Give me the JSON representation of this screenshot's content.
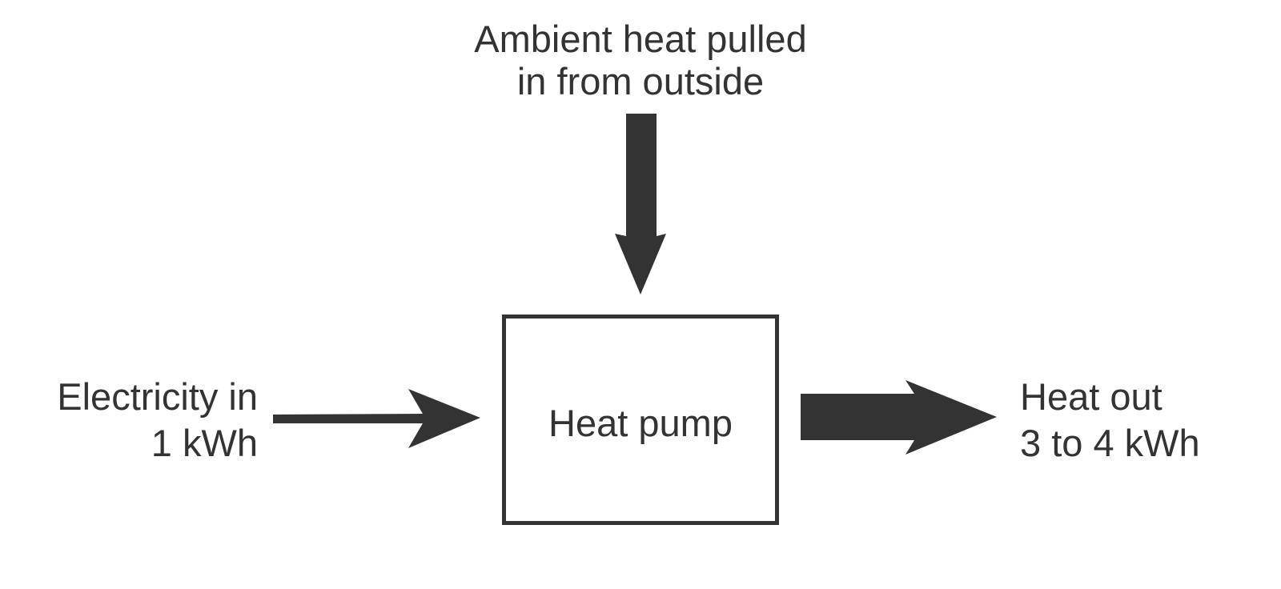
{
  "colors": {
    "ink": "#333333",
    "background": "#ffffff"
  },
  "labels": {
    "ambient": [
      "Ambient heat pulled",
      "in from outside"
    ],
    "electricity": [
      "Electricity in",
      "1 kWh"
    ],
    "box": "Heat pump",
    "output": [
      "Heat out",
      "3 to 4 kWh"
    ]
  }
}
